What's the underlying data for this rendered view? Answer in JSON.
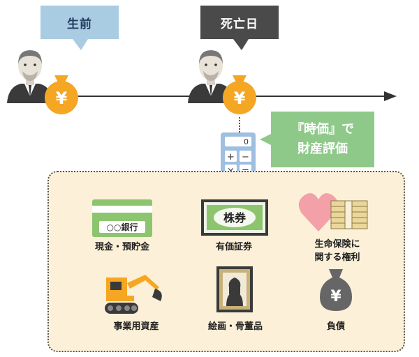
{
  "timeline": {
    "before_label": "生前",
    "death_label": "死亡日",
    "coin_symbol": "¥"
  },
  "valuation": {
    "line1": "『時価』で",
    "line2": "財産評価",
    "calculator_display": "0",
    "calculator_keys": [
      "+",
      "−",
      "×",
      "="
    ]
  },
  "assets": {
    "cash": {
      "label": "現金・預貯金",
      "card_text": "○○銀行"
    },
    "securities": {
      "label": "有価証券",
      "certificate_text": "株券"
    },
    "insurance": {
      "line1": "生命保険に",
      "line2": "関する権利"
    },
    "business": {
      "label": "事業用資産"
    },
    "art": {
      "label": "絵画・骨董品"
    },
    "debt": {
      "label": "負債",
      "bag_symbol": "¥"
    }
  },
  "colors": {
    "before_bubble": "#a9cce3",
    "death_bubble": "#4a4a4a",
    "valuation_box": "#8fc98a",
    "coin": "#f5a623",
    "assets_bg": "#fcf0d8",
    "card": "#8dc56f",
    "excavator": "#f5a623",
    "heart": "#f3a0a8",
    "debt_bag": "#666666"
  },
  "icons": [
    "person-icon",
    "coin-bag-icon",
    "calculator-icon",
    "bank-card-icon",
    "stock-certificate-icon",
    "heart-money-icon",
    "excavator-icon",
    "portrait-frame-icon",
    "debt-bag-icon"
  ]
}
